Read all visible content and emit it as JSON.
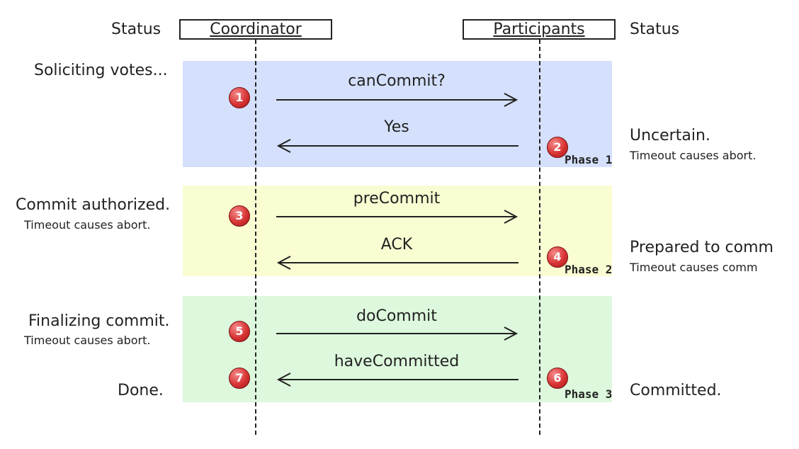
{
  "headers": {
    "status_left": "Status",
    "coordinator": "Coordinator",
    "participants": "Participants",
    "status_right": "Status"
  },
  "phase_1": {
    "coordinator_status": "Soliciting votes...",
    "message_request": "canCommit?",
    "message_reply": "Yes",
    "step_request": "1",
    "step_reply": "2",
    "phase_label": "Phase 1",
    "participant_status": "Uncertain.",
    "participant_note": "Timeout causes abort."
  },
  "phase_2": {
    "coordinator_status": "Commit authorized.",
    "coordinator_note": "Timeout causes abort.",
    "message_request": "preCommit",
    "message_reply": "ACK",
    "step_request": "3",
    "step_reply": "4",
    "phase_label": "Phase 2",
    "participant_status": "Prepared to comm",
    "participant_note": "Timeout causes comm"
  },
  "phase_3": {
    "coordinator_status": "Finalizing commit.",
    "coordinator_note": "Timeout causes abort.",
    "message_request": "doCommit",
    "message_reply": "haveCommitted",
    "step_request": "5",
    "step_reply": "6",
    "step_done": "7",
    "coordinator_done": "Done.",
    "phase_label": "Phase 3",
    "participant_status": "Committed."
  },
  "colors": {
    "phase_1_band": "#d4e0fc",
    "phase_2_band": "#fafcd2",
    "phase_3_band": "#ddf8dc",
    "step_marker": "#d83434"
  }
}
